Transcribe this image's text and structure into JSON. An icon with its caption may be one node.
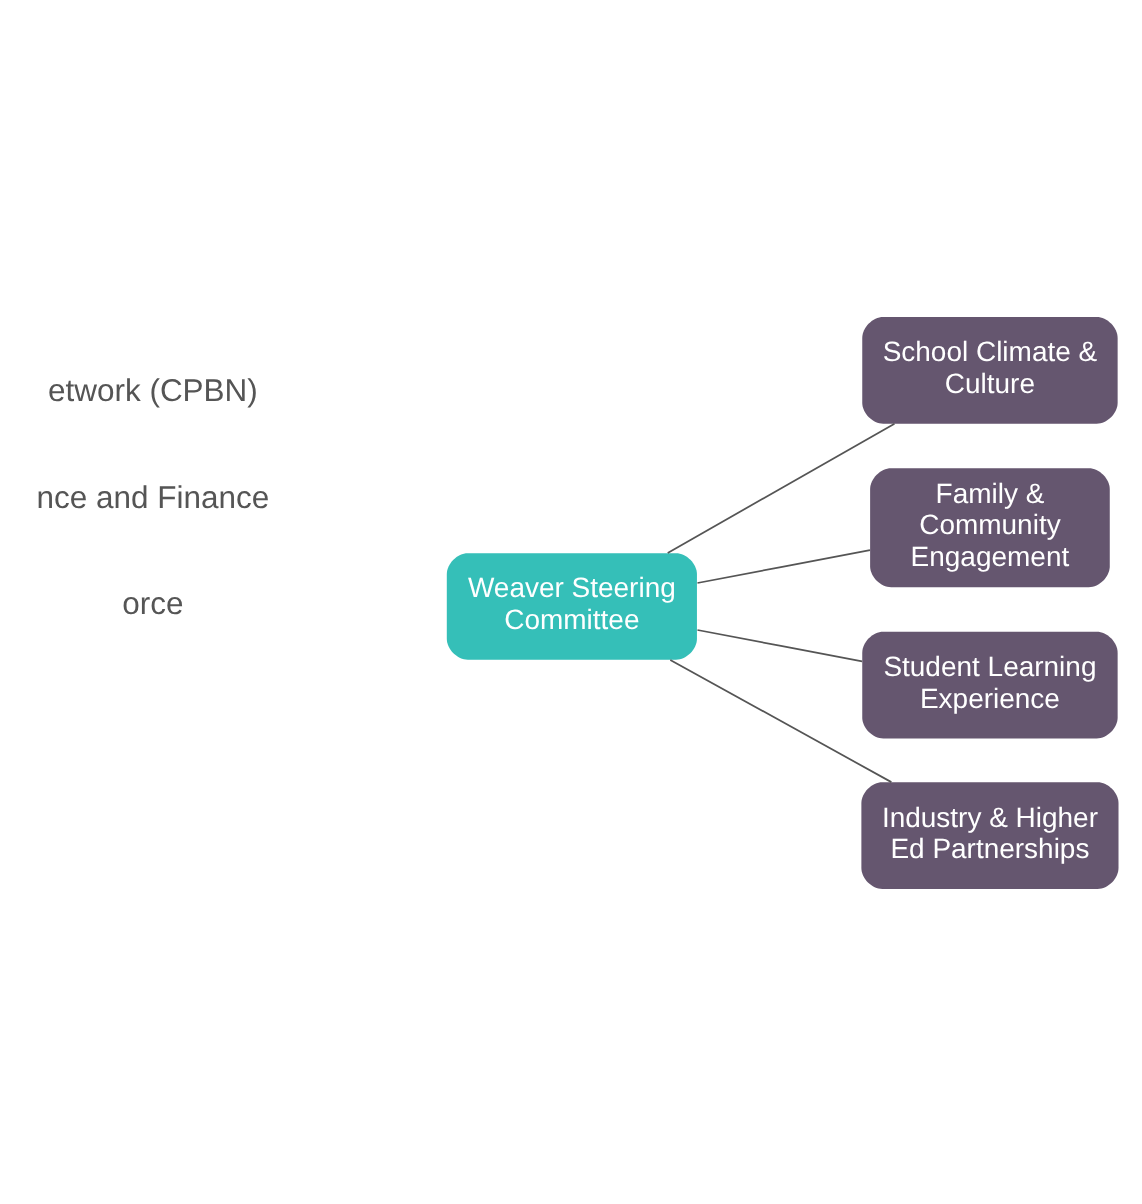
{
  "diagram": {
    "nodes": [
      {
        "text": [
          "Weaver Steering Committee"
        ]
      },
      {
        "text": [
          "School Climate & Culture"
        ]
      },
      {
        "text": [
          "Family & Community Engagement"
        ]
      },
      {
        "text": [
          "Student Learning Experience"
        ]
      },
      {
        "text": [
          "Industry & Higher Ed Partnerships"
        ]
      }
    ],
    "edges": [
      {
        "from": 0,
        "to": 1,
        "arrow": "none"
      },
      {
        "from": 0,
        "to": 2,
        "arrow": "none"
      },
      {
        "from": 0,
        "to": 3,
        "arrow": "none"
      },
      {
        "from": 0,
        "to": 4,
        "arrow": "none"
      }
    ],
    "labels": [
      "etwork (CPBN)",
      "nce and Finance",
      "orce"
    ]
  }
}
